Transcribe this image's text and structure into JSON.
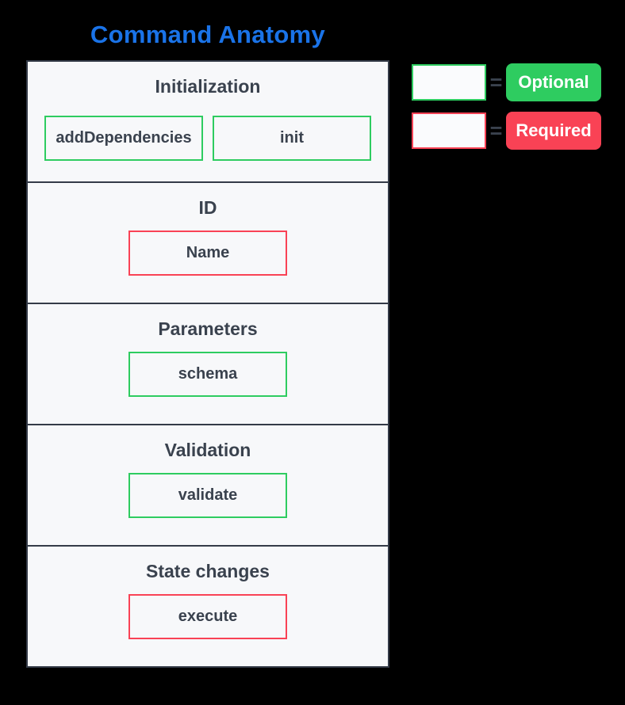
{
  "title": "Command Anatomy",
  "colors": {
    "title_blue": "#1a73e8",
    "optional_green": "#2ecc60",
    "required_red": "#f94255",
    "panel_background": "#f7f8fa",
    "panel_border": "#343b48",
    "text_dark": "#3a424e",
    "page_background": "#000000"
  },
  "sections": [
    {
      "label": "Initialization",
      "boxes": [
        {
          "label": "addDependencies",
          "type": "optional"
        },
        {
          "label": "init",
          "type": "optional"
        }
      ]
    },
    {
      "label": "ID",
      "boxes": [
        {
          "label": "Name",
          "type": "required"
        }
      ]
    },
    {
      "label": "Parameters",
      "boxes": [
        {
          "label": "schema",
          "type": "optional"
        }
      ]
    },
    {
      "label": "Validation",
      "boxes": [
        {
          "label": "validate",
          "type": "optional"
        }
      ]
    },
    {
      "label": "State changes",
      "boxes": [
        {
          "label": "execute",
          "type": "required"
        }
      ]
    }
  ],
  "legend": [
    {
      "symbol": "=",
      "label": "Optional",
      "type": "optional"
    },
    {
      "symbol": "=",
      "label": "Required",
      "type": "required"
    }
  ]
}
